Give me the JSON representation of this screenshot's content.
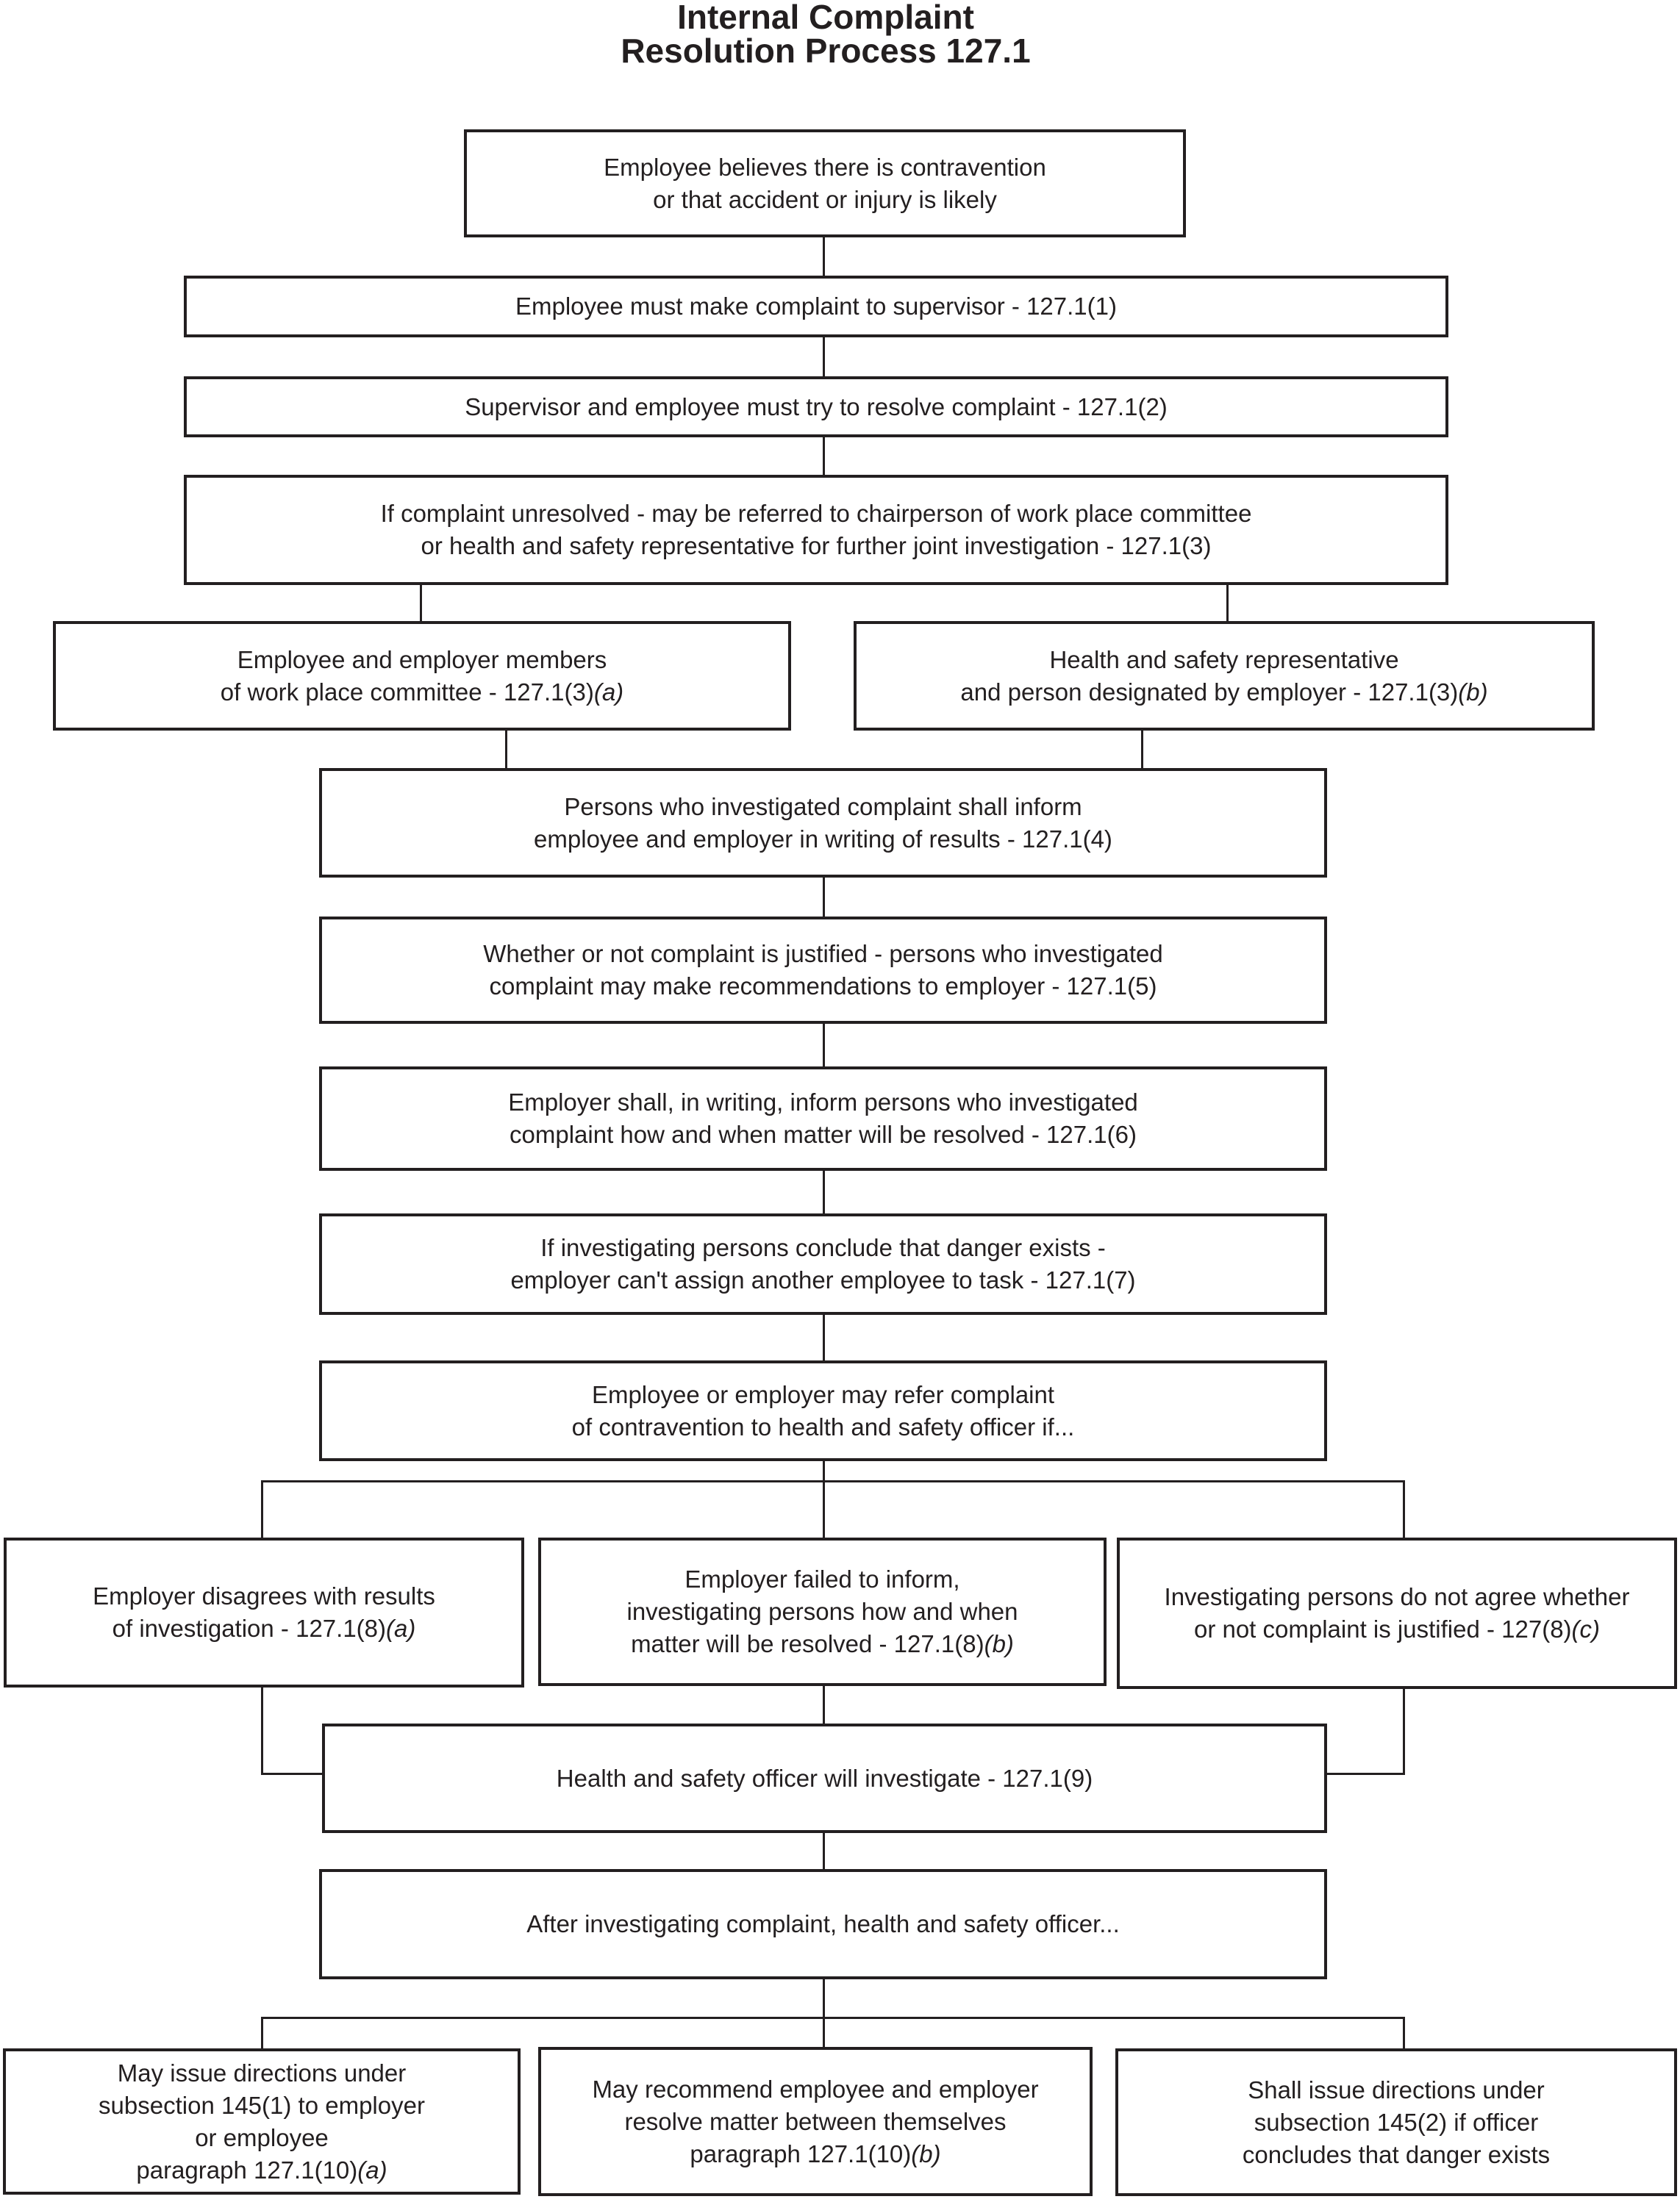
{
  "title": {
    "lines": [
      "Internal Complaint",
      "Resolution Process 127.1"
    ]
  },
  "colors": {
    "ink": "#231f20",
    "background": "#ffffff"
  },
  "nodes": {
    "start": {
      "lines": [
        "Employee believes there is contravention",
        "or that accident or injury is likely"
      ]
    },
    "complaint1": {
      "lines": [
        "Employee must make complaint to supervisor - 127.1(1)"
      ]
    },
    "resolve2": {
      "lines": [
        "Supervisor and employee must try to resolve complaint - 127.1(2)"
      ]
    },
    "referred3": {
      "lines": [
        "If complaint unresolved - may be referred to chairperson of work place committee",
        "or health and safety representative for further joint investigation - 127.1(3)"
      ]
    },
    "committee3a": {
      "lines": [
        "Employee and employer members",
        "of work place committee - 127.1(3)"
      ],
      "italic": "(a)"
    },
    "representative3b": {
      "lines": [
        "Health and safety representative",
        "and person designated by employer - 127.1(3)"
      ],
      "italic": "(b)"
    },
    "inform4": {
      "lines": [
        "Persons who investigated complaint shall inform",
        "employee and employer in writing of results - 127.1(4)"
      ]
    },
    "recommend5": {
      "lines": [
        "Whether or not complaint is justified - persons who investigated",
        "complaint may make recommendations to employer - 127.1(5)"
      ]
    },
    "employer6": {
      "lines": [
        "Employer shall, in writing, inform persons who investigated",
        "complaint how and when matter will be resolved - 127.1(6)"
      ]
    },
    "danger7": {
      "lines": [
        "If investigating persons conclude that danger exists -",
        "employer can't assign another employee to task - 127.1(7)"
      ]
    },
    "refer8": {
      "lines": [
        "Employee or employer may refer complaint",
        "of contravention to health and safety officer if..."
      ]
    },
    "disagrees8a": {
      "lines": [
        "Employer disagrees with results",
        "of investigation - 127.1(8)"
      ],
      "italic": "(a)"
    },
    "failed8b": {
      "lines": [
        "Employer failed to inform,",
        "investigating persons how and when",
        "matter will be resolved - 127.1(8)"
      ],
      "italic": "(b)"
    },
    "noagree8c": {
      "lines": [
        "Investigating persons do not agree whether",
        "or not complaint is justified - 127(8)"
      ],
      "italic": "(c)"
    },
    "investigate9": {
      "lines": [
        "Health and safety officer will investigate - 127.1(9)"
      ]
    },
    "after10": {
      "lines": [
        "After investigating complaint, health and safety officer..."
      ]
    },
    "directions10a": {
      "lines": [
        "May issue directions under",
        "subsection 145(1) to employer",
        "or employee",
        "paragraph 127.1(10)"
      ],
      "italic": "(a)"
    },
    "recommend10b": {
      "lines": [
        "May recommend employee and employer",
        "resolve matter between themselves",
        "paragraph 127.1(10)"
      ],
      "italic": "(b)"
    },
    "directions145_2": {
      "lines": [
        "Shall issue directions under",
        "subsection 145(2) if officer",
        "concludes that danger exists"
      ]
    }
  }
}
